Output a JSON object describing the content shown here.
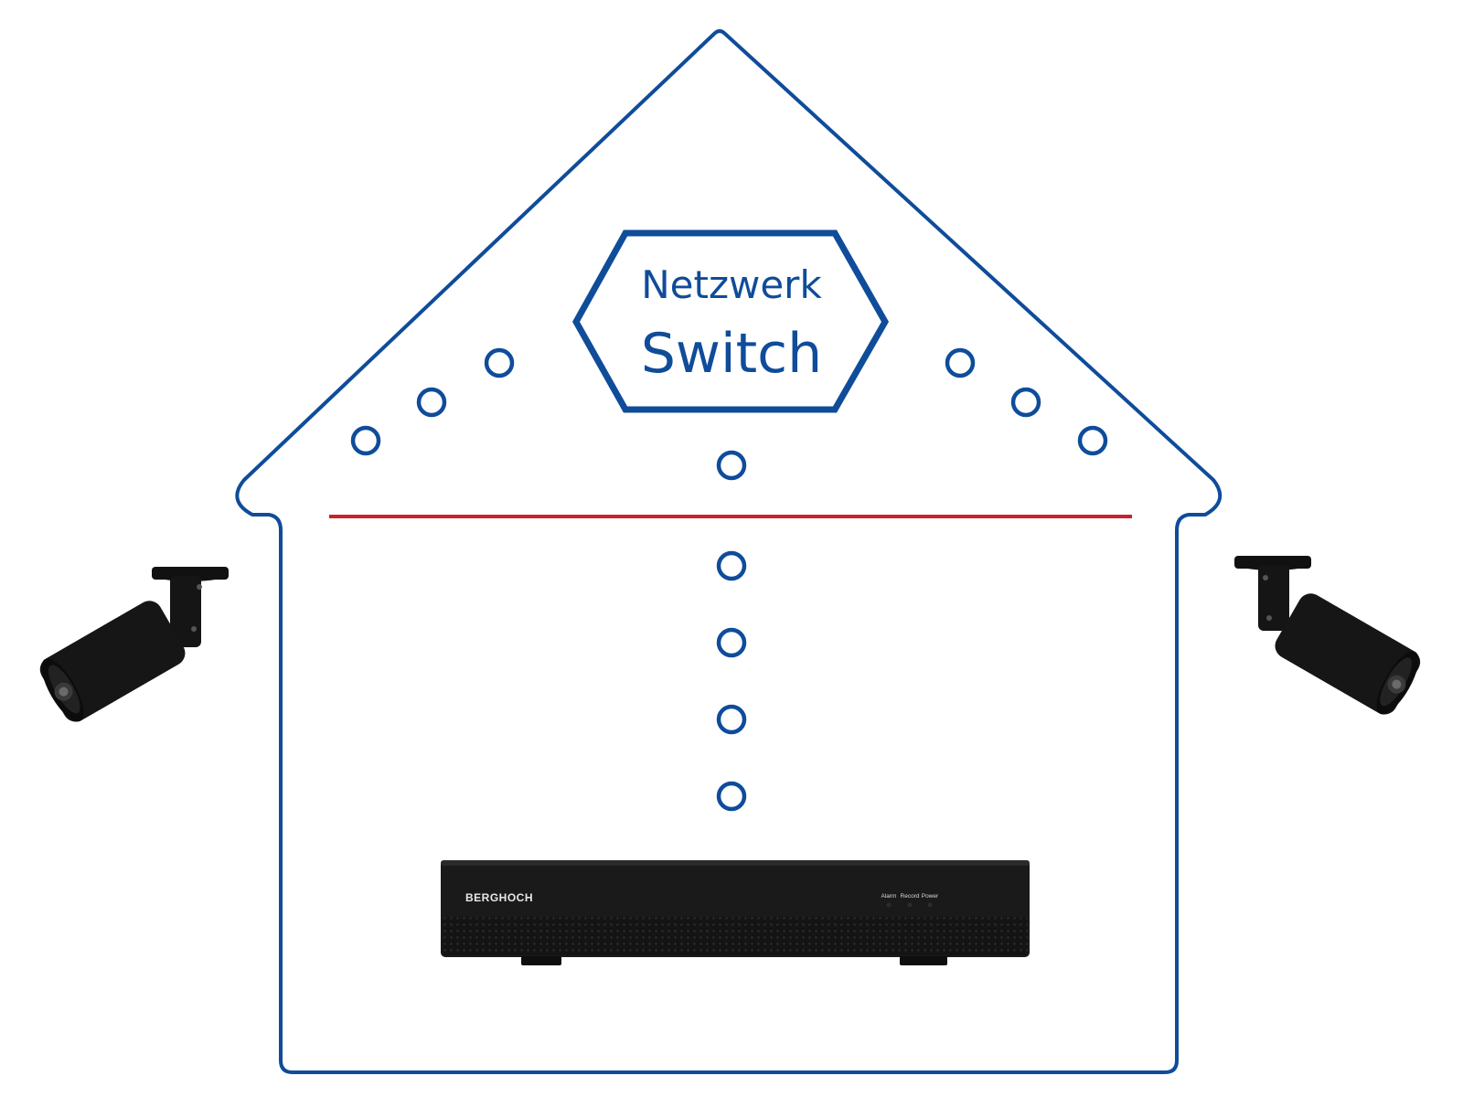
{
  "colors": {
    "outline": "#0f4c9a",
    "separator": "#c8232c",
    "device": "#151515",
    "background": "#ffffff"
  },
  "switch": {
    "line1": "Netzwerk",
    "line2": "Switch"
  },
  "recorder": {
    "brand": "BERGHOCH",
    "indicators": [
      "Alarm",
      "Record",
      "Power"
    ]
  },
  "icons": {
    "left_camera": "bullet-camera-icon",
    "right_camera": "bullet-camera-icon"
  }
}
